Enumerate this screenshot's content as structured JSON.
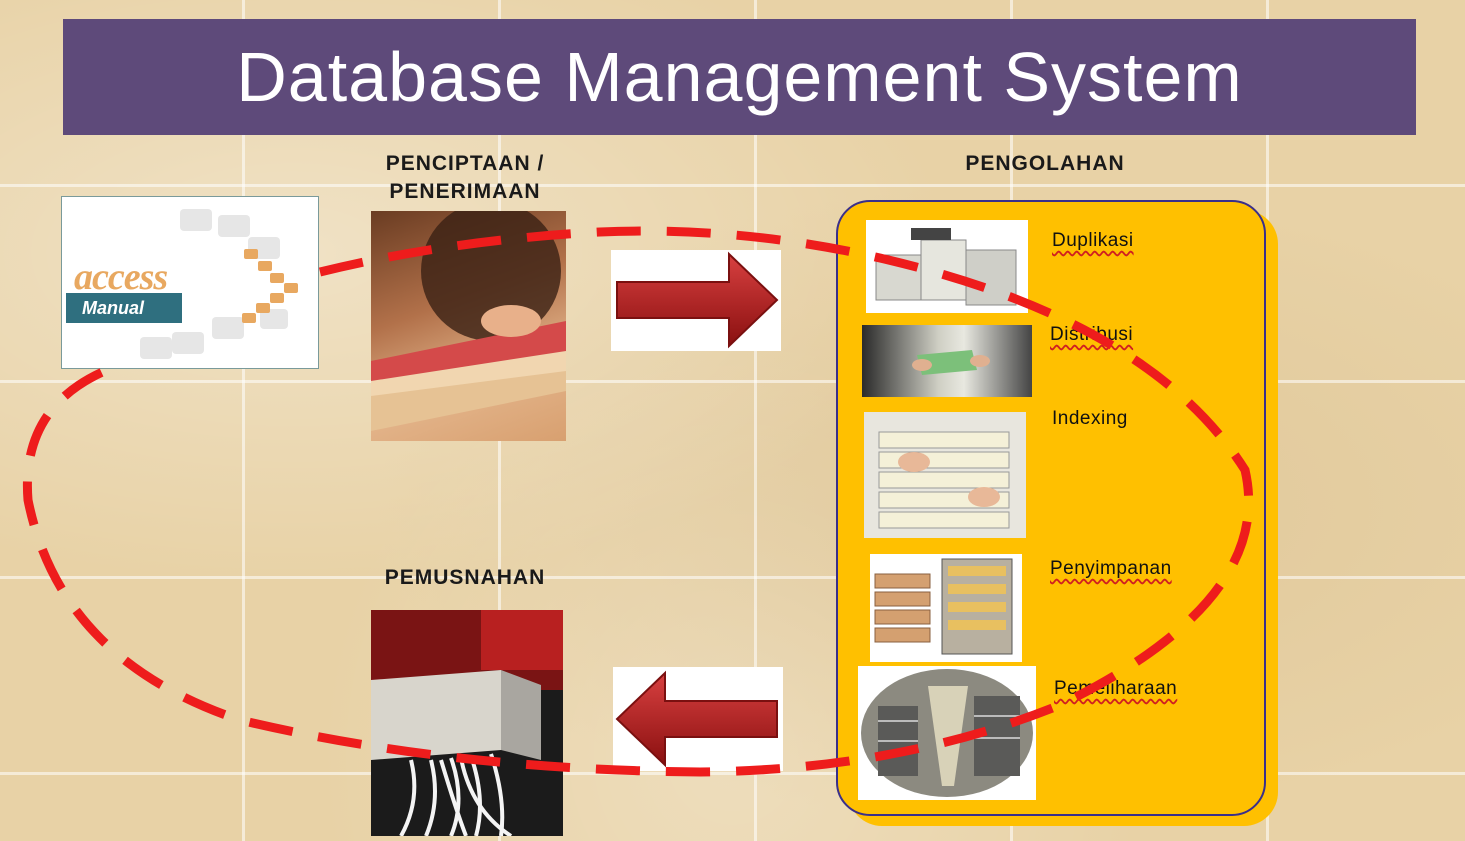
{
  "title": "Database Management System",
  "stages": {
    "creation_line1": "PENCIPTAAN /",
    "creation_line2": "PENERIMAAN",
    "processing": "PENGOLAHAN",
    "destruction": "PEMUSNAHAN"
  },
  "logo": {
    "word": "access",
    "tag": "Manual"
  },
  "processing_steps": [
    {
      "label": "Duplikasi"
    },
    {
      "label": "Distribusi"
    },
    {
      "label": "Indexing"
    },
    {
      "label": "Penyimpanan"
    },
    {
      "label": "Pemeliharaan"
    }
  ],
  "colors": {
    "title_bar": "#5e4a7a",
    "panel": "#ffc000",
    "cycle_dash": "#ee1c1c",
    "arrow": "#b31b1b"
  },
  "icons": {
    "right_arrow": "arrow-right-icon",
    "left_arrow": "arrow-left-icon"
  }
}
